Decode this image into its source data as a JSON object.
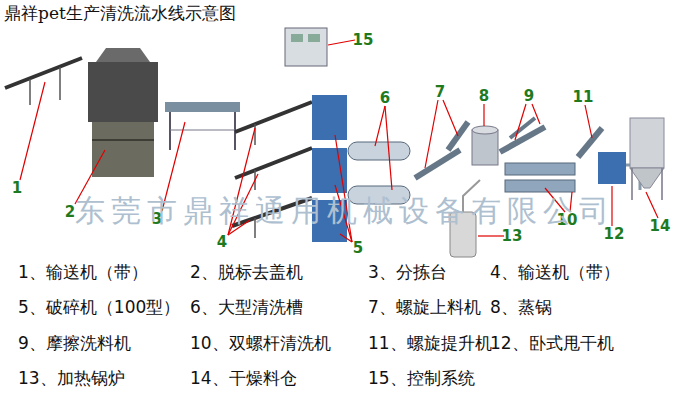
{
  "diagram": {
    "title": "鼎祥pet生产清洗流水线示意图",
    "labels": [
      "1",
      "2",
      "3",
      "4",
      "5",
      "6",
      "7",
      "8",
      "9",
      "10",
      "11",
      "12",
      "13",
      "14",
      "15",
      "东莞市鼎祥通用机械设备有限公司",
      "1、输送机（带）",
      "2、脱标去盖机",
      "3、分拣台",
      "4、输送机（带）",
      "5、破碎机（100型）",
      "6、大型清洗槽",
      "7、螺旋上料机",
      "8、蒸锅",
      "9、摩擦洗料机",
      "10、双螺杆清洗机",
      "11、螺旋提升机",
      "12、卧式甩干机",
      "13、加热锅炉",
      "14、干燥料仓",
      "15、控制系统"
    ]
  }
}
